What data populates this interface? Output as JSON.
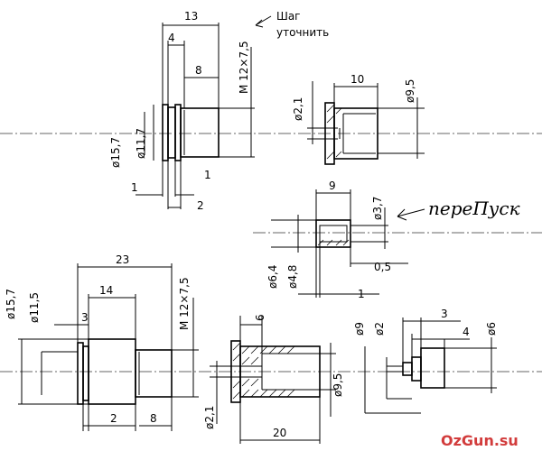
{
  "notes": {
    "step_line1": "Шаг",
    "step_line2": "уточнить",
    "handwritten": "переПуск"
  },
  "watermark": {
    "text": "OzGun.su",
    "color": "#d23c3c"
  },
  "part_a": {
    "len_total": "13",
    "len_4": "4",
    "len_8": "8",
    "thread": "М 12×7,5",
    "dia_outer": "ø15,7",
    "dia_inner": "ø11,7",
    "gap_left": "1",
    "gap_right": "1",
    "len_2": "2"
  },
  "part_b": {
    "len_10": "10",
    "dia_95": "ø9,5",
    "dia_21": "ø2,1"
  },
  "part_c": {
    "len_9": "9",
    "dia_37": "ø3,7",
    "dia_64": "ø6,4",
    "dia_48": "ø4,8",
    "offset_05": "0,5",
    "offset_1": "1"
  },
  "part_d": {
    "len_23": "23",
    "len_14": "14",
    "len_3": "3",
    "dia_157": "ø15,7",
    "dia_115": "ø11,5",
    "thread": "М 12×7,5",
    "len_2": "2",
    "len_8": "8"
  },
  "part_e": {
    "len_6": "6",
    "dia_95": "ø9,5",
    "dia_21": "ø2,1",
    "len_20": "20"
  },
  "part_f": {
    "len_3": "3",
    "len_4": "4",
    "dia_9": "ø9",
    "dia_2": "ø2",
    "dia_6": "ø6"
  }
}
